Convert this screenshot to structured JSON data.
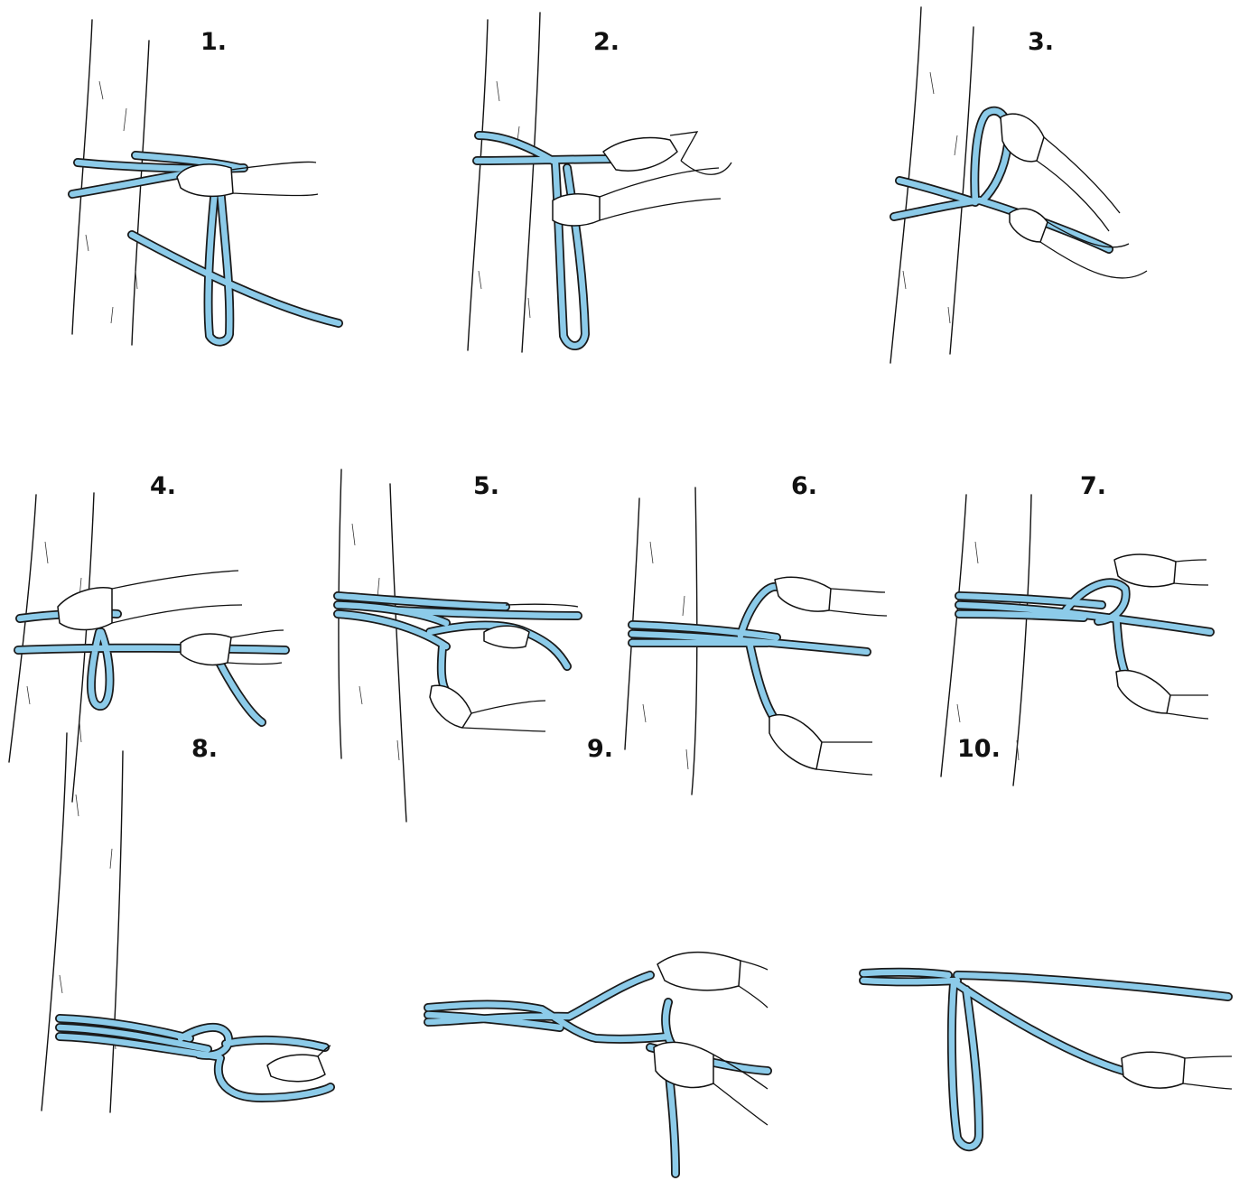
{
  "rope_color": "#8ccbe9",
  "steps": [
    {
      "label": "1."
    },
    {
      "label": "2."
    },
    {
      "label": "3."
    },
    {
      "label": "4."
    },
    {
      "label": "5."
    },
    {
      "label": "6."
    },
    {
      "label": "7."
    },
    {
      "label": "8."
    },
    {
      "label": "9."
    },
    {
      "label": "10."
    }
  ]
}
